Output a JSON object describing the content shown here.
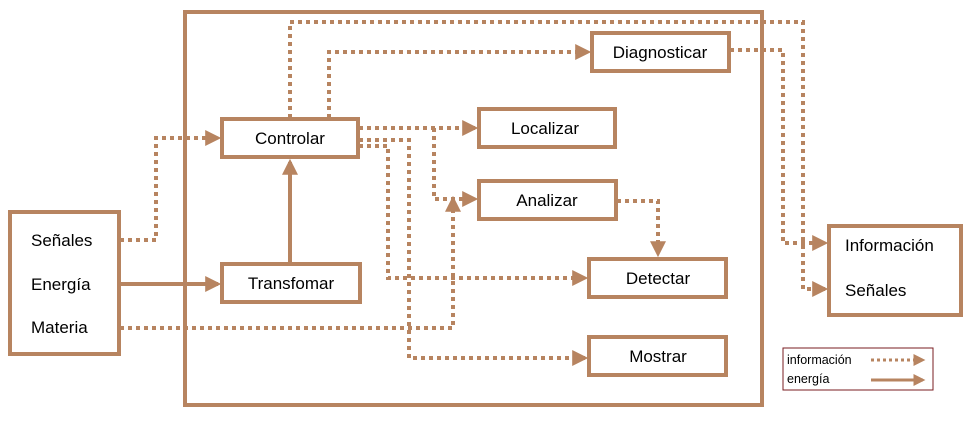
{
  "colors": {
    "line": "#b78460",
    "legend_border": "#7a1d22",
    "text": "#000000",
    "background": "#ffffff"
  },
  "inputs": {
    "senales": "Señales",
    "energia": "Energía",
    "materia": "Materia"
  },
  "nodes": {
    "controlar": "Controlar",
    "transfomar": "Transfomar",
    "diagnosticar": "Diagnosticar",
    "localizar": "Localizar",
    "analizar": "Analizar",
    "detectar": "Detectar",
    "mostrar": "Mostrar"
  },
  "outputs": {
    "informacion": "Información",
    "senales": "Señales"
  },
  "legend": {
    "informacion": "información",
    "energia": "energía"
  },
  "edges": [
    {
      "from": "Señales",
      "to": "Controlar",
      "kind": "información"
    },
    {
      "from": "Energía",
      "to": "Transfomar",
      "kind": "energía"
    },
    {
      "from": "Materia",
      "to": "Analizar",
      "kind": "información"
    },
    {
      "from": "Transfomar",
      "to": "Controlar",
      "kind": "energía"
    },
    {
      "from": "Controlar",
      "to": "Diagnosticar",
      "kind": "información"
    },
    {
      "from": "Controlar",
      "to": "Localizar",
      "kind": "información"
    },
    {
      "from": "Controlar",
      "to": "Analizar",
      "kind": "información"
    },
    {
      "from": "Controlar",
      "to": "Detectar",
      "kind": "información"
    },
    {
      "from": "Controlar",
      "to": "Mostrar",
      "kind": "información"
    },
    {
      "from": "Analizar",
      "to": "Detectar",
      "kind": "información"
    },
    {
      "from": "Diagnosticar",
      "to": "Información",
      "kind": "información"
    },
    {
      "from": "Controlar",
      "to": "Señales",
      "kind": "información"
    }
  ]
}
